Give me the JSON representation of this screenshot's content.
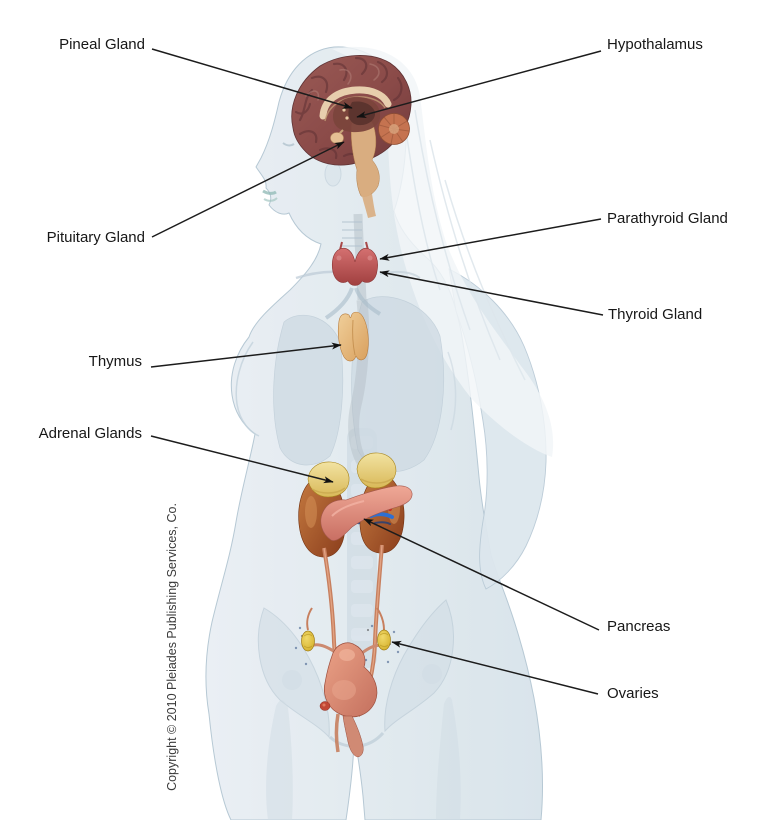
{
  "diagram": {
    "type": "anatomy-endocrine-system-illustration",
    "labels": {
      "pineal": "Pineal Gland",
      "hypothalamus": "Hypothalamus",
      "pituitary": "Pituitary Gland",
      "parathyroid": "Parathyroid Gland",
      "thyroid": "Thyroid Gland",
      "thymus": "Thymus",
      "adrenal": "Adrenal Glands",
      "pancreas": "Pancreas",
      "ovaries": "Ovaries"
    },
    "copyright": "Copyright © 2010 Pleiades Publishing Services, Co.",
    "colors": {
      "background": "#ffffff",
      "body": "#e2eaf0",
      "body_edge": "#b3c6d2",
      "lungs": "#cfdbe4",
      "brain_cortex": "#8f4f4b",
      "brain_inner": "#7b453c",
      "corpus_callosum": "#ecd5b2",
      "cerebellum": "#c57350",
      "brainstem": "#d9ad80",
      "thyroid": "#bb5252",
      "thymus": "#e4b277",
      "kidney": "#a3511f",
      "adrenal": "#e8d488",
      "pancreas": "#e2948a",
      "uterus": "#d88a74",
      "ovary": "#e3c136",
      "artery": "#cc2b1e",
      "vein": "#2f6fd0",
      "line": "#1c1c1c"
    }
  }
}
